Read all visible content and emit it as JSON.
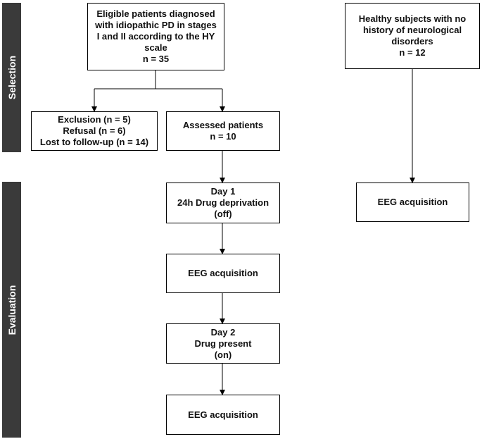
{
  "phases": {
    "selection": "Selection",
    "evaluation": "Evaluation"
  },
  "boxes": {
    "eligible": {
      "lines": [
        "Eligible patients diagnosed",
        "with idiopathic PD in stages",
        "I and II according to the HY",
        "scale"
      ],
      "count": "n = 35"
    },
    "healthy": {
      "lines": [
        "Healthy subjects with no",
        "history of neurological",
        "disorders"
      ],
      "count": "n = 12"
    },
    "excluded": {
      "lines": [
        "Exclusion (n = 5)",
        "Refusal (n = 6)",
        "Lost to follow-up (n = 14)"
      ]
    },
    "assessed": {
      "lines": [
        "Assessed patients",
        "n = 10"
      ]
    },
    "day1": {
      "lines": [
        "Day 1",
        "24h Drug deprivation",
        "(off)"
      ]
    },
    "eeg_healthy": {
      "label": "EEG acquisition"
    },
    "eeg_off": {
      "label": "EEG acquisition"
    },
    "day2": {
      "lines": [
        "Day 2",
        "Drug present",
        "(on)"
      ]
    },
    "eeg_on": {
      "label": "EEG acquisition"
    }
  },
  "colors": {
    "phase_bar": "#3a3a3a",
    "line": "#000000"
  }
}
